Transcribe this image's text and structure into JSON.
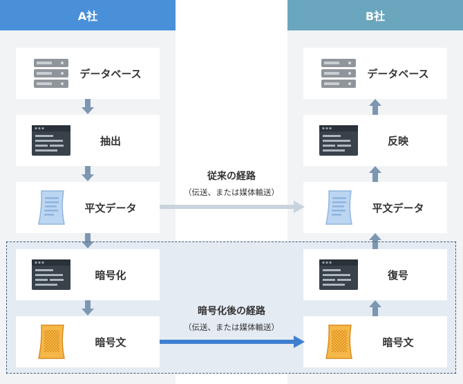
{
  "companies": {
    "a": {
      "name": "A社",
      "color": "#4a90d9"
    },
    "b": {
      "name": "B社",
      "color": "#6aa6bd"
    }
  },
  "company_a_steps": {
    "database": "データベース",
    "extract": "抽出",
    "plaintext": "平文データ",
    "encrypt": "暗号化",
    "ciphertext": "暗号文"
  },
  "company_b_steps": {
    "database": "データベース",
    "reflect": "反映",
    "plaintext": "平文データ",
    "decrypt": "復号",
    "ciphertext": "暗号文"
  },
  "routes": {
    "conventional": {
      "title": "従来の経路",
      "note": "（伝送、または媒体輸送）",
      "color": "#c9d3dd"
    },
    "encrypted": {
      "title": "暗号化後の経路",
      "note": "（伝送、または媒体輸送）",
      "color": "#3f7fd0"
    }
  },
  "colors": {
    "arrow": "#7d96b2",
    "dashed_border": "#3f5873"
  }
}
